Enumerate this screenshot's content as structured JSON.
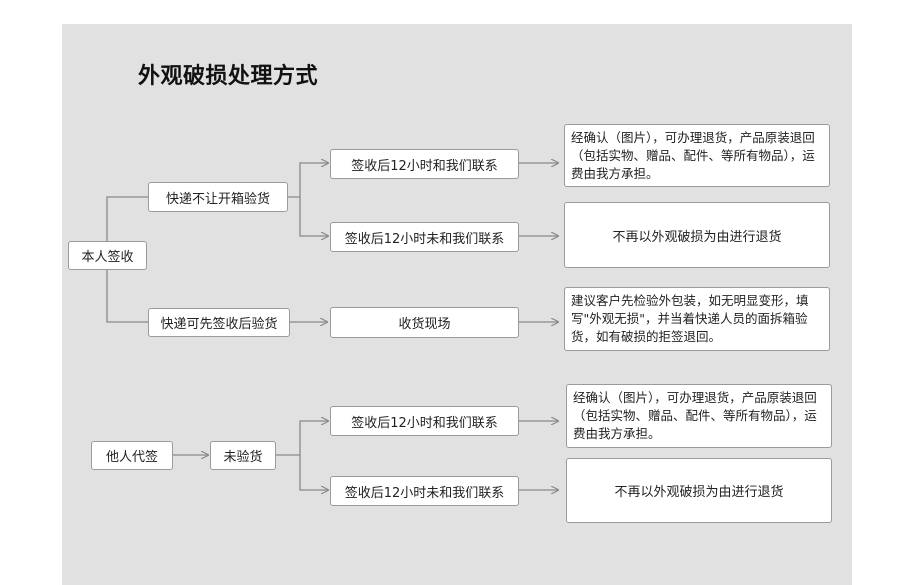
{
  "title": "外观破损处理方式",
  "nodes": {
    "self_sign": "本人签收",
    "courier_no_open": "快递不让开箱验货",
    "sign_12h_contact_1": "签收后12小时和我们联系",
    "sign_12h_no_contact_1": "签收后12小时未和我们联系",
    "result_return_1": "经确认（图片），可办理退货，产品原装退回（包括实物、赠品、配件、等所有物品），运费由我方承担。",
    "result_no_return_1": "不再以外观破损为由进行退货",
    "courier_sign_first": "快递可先签收后验货",
    "on_site": "收货现场",
    "on_site_advice": "建议客户先检验外包装，如无明显变形，填写\"外观无损\"，并当着快递人员的面拆箱验货，如有破损的拒签退回。",
    "other_sign": "他人代签",
    "not_inspected": "未验货",
    "sign_12h_contact_2": "签收后12小时和我们联系",
    "sign_12h_no_contact_2": "签收后12小时未和我们联系",
    "result_return_2": "经确认（图片），可办理退货，产品原装退回（包括实物、赠品、配件、等所有物品），运费由我方承担。",
    "result_no_return_2": "不再以外观破损为由进行退货"
  }
}
